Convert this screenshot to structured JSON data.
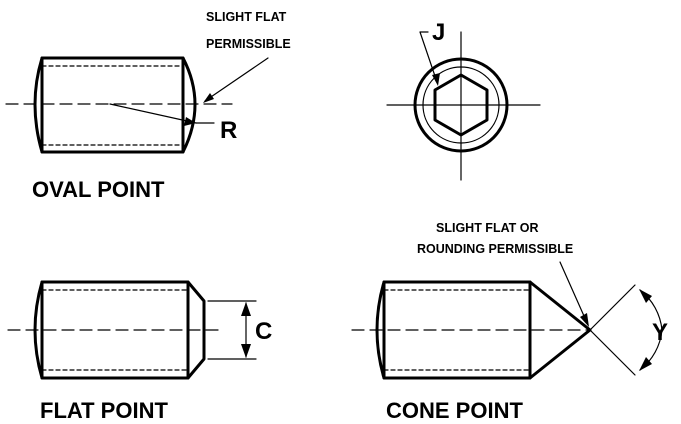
{
  "oval_point": {
    "caption": "OVAL POINT",
    "note_line1": "SLIGHT FLAT",
    "note_line2": "PERMISSIBLE",
    "radius_label": "R"
  },
  "end_view": {
    "hex_label": "J"
  },
  "flat_point": {
    "caption": "FLAT POINT",
    "dimension_label": "C"
  },
  "cone_point": {
    "caption": "CONE POINT",
    "note_line1": "SLIGHT FLAT OR",
    "note_line2": "ROUNDING PERMISSIBLE",
    "angle_label": "Y"
  }
}
